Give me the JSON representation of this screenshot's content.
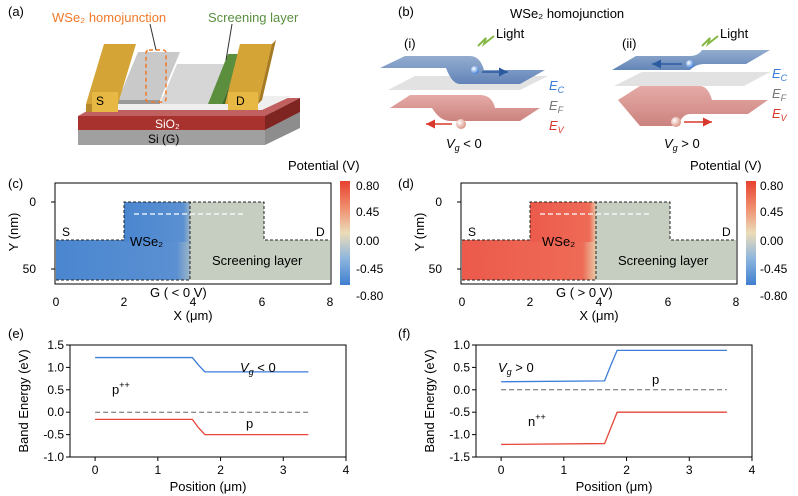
{
  "panels": {
    "a": {
      "letter": "(a)",
      "homojunction_label": "WSe₂ homojunction",
      "screening_label": "Screening layer",
      "source": "S",
      "drain": "D",
      "oxide": "SiO₂",
      "gate": "Si (G)"
    },
    "b": {
      "letter": "(b)",
      "title": "WSe₂ homojunction",
      "sub_i": "(i)",
      "sub_ii": "(ii)",
      "light": "Light",
      "ec": "E",
      "ec_sub": "C",
      "ef": "E",
      "ef_sub": "F",
      "ev": "E",
      "ev_sub": "V",
      "cond_i": "V",
      "cond_i_sub": "g",
      "cond_i_rest": " < 0",
      "cond_ii": "V",
      "cond_ii_sub": "g",
      "cond_ii_rest": " > 0"
    },
    "c": {
      "letter": "(c)",
      "cbar_title": "Potential (V)",
      "cbar_ticks": [
        "0.80",
        "0.45",
        "0.00",
        "-0.45",
        "-0.80"
      ],
      "ylabel": "Y (nm)",
      "xlabel": "X (μm)",
      "yticks": [
        "0",
        "50"
      ],
      "xticks": [
        "0",
        "2",
        "4",
        "6",
        "8"
      ],
      "s": "S",
      "d": "D",
      "wse2": "WSe₂",
      "screening": "Screening layer",
      "gate": "G ( < 0 V)",
      "wse2_color": "#4a86cf"
    },
    "d": {
      "letter": "(d)",
      "cbar_title": "Potential (V)",
      "cbar_ticks": [
        "0.80",
        "0.45",
        "0.00",
        "-0.45",
        "-0.80"
      ],
      "ylabel": "Y (nm)",
      "xlabel": "X (μm)",
      "yticks": [
        "0",
        "50"
      ],
      "xticks": [
        "0",
        "2",
        "4",
        "6",
        "8"
      ],
      "s": "S",
      "d": "D",
      "wse2": "WSe₂",
      "screening": "Screening layer",
      "gate": "G ( > 0 V)",
      "wse2_color": "#ec5a4c"
    },
    "e": {
      "letter": "(e)",
      "condition": "V",
      "condition_sub": "g",
      "condition_rest": " < 0",
      "left_region": "p++",
      "right_region": "p"
    },
    "f": {
      "letter": "(f)",
      "condition": "V",
      "condition_sub": "g",
      "condition_rest": " > 0",
      "left_region": "n++",
      "right_region": "p"
    }
  },
  "colors": {
    "conduction": "#3b7dd8",
    "valence": "#e8463a",
    "fermi": "#666666",
    "screening": "#c5cec1",
    "gold": "#d4a437",
    "green": "#5b8f3e",
    "oxide": "#a8322d",
    "orange": "#f07a2a"
  },
  "chart_data": [
    {
      "id": "e",
      "type": "line",
      "xlabel": "Position (μm)",
      "ylabel": "Band Energy (eV)",
      "xlim": [
        -0.4,
        4
      ],
      "ylim": [
        -1.0,
        1.5
      ],
      "xticks": [
        0,
        1,
        2,
        3,
        4
      ],
      "yticks": [
        -1.0,
        -0.5,
        0.0,
        0.5,
        1.0,
        1.5
      ],
      "series": [
        {
          "role": "conduction",
          "x": [
            0,
            1.55,
            1.65,
            1.75,
            3.4
          ],
          "y": [
            1.22,
            1.22,
            1.05,
            0.9,
            0.9
          ]
        },
        {
          "role": "fermi",
          "x": [
            0,
            3.4
          ],
          "y": [
            0.0,
            0.0
          ]
        },
        {
          "role": "valence",
          "x": [
            0,
            1.55,
            1.65,
            1.75,
            3.4
          ],
          "y": [
            -0.16,
            -0.16,
            -0.35,
            -0.5,
            -0.5
          ]
        }
      ]
    },
    {
      "id": "f",
      "type": "line",
      "xlabel": "Position (μm)",
      "ylabel": "Band Energy (eV)",
      "xlim": [
        -0.4,
        4
      ],
      "ylim": [
        -1.5,
        1.0
      ],
      "xticks": [
        0,
        1,
        2,
        3,
        4
      ],
      "yticks": [
        -1.5,
        -1.0,
        -0.5,
        0.0,
        0.5,
        1.0
      ],
      "series": [
        {
          "role": "conduction",
          "x": [
            0,
            1.65,
            1.75,
            1.85,
            3.6
          ],
          "y": [
            0.18,
            0.2,
            0.55,
            0.88,
            0.88
          ]
        },
        {
          "role": "fermi",
          "x": [
            0,
            3.6
          ],
          "y": [
            0.0,
            0.0
          ]
        },
        {
          "role": "valence",
          "x": [
            0,
            1.65,
            1.75,
            1.85,
            3.6
          ],
          "y": [
            -1.22,
            -1.2,
            -0.85,
            -0.5,
            -0.5
          ]
        }
      ]
    }
  ]
}
